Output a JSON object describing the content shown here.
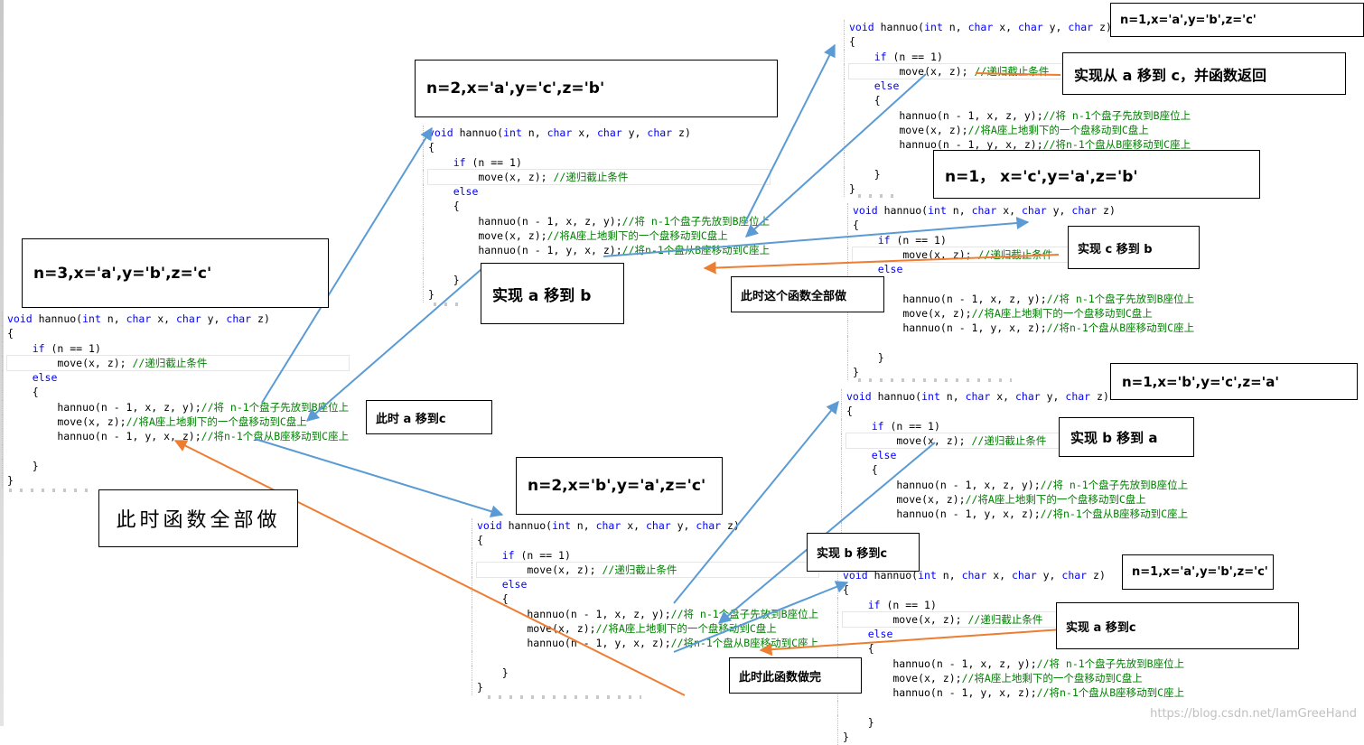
{
  "code_lines": [
    [
      {
        "t": "void",
        "c": "kw"
      },
      {
        "t": " hannuo("
      },
      {
        "t": "int",
        "c": "kw"
      },
      {
        "t": " n, "
      },
      {
        "t": "char",
        "c": "kw"
      },
      {
        "t": " x, "
      },
      {
        "t": "char",
        "c": "kw"
      },
      {
        "t": " y, "
      },
      {
        "t": "char",
        "c": "kw"
      },
      {
        "t": " z)"
      }
    ],
    [
      {
        "t": "{"
      }
    ],
    [
      {
        "t": "    "
      },
      {
        "t": "if",
        "c": "kw"
      },
      {
        "t": " (n == 1)"
      }
    ],
    [
      {
        "t": "        move(x, z); "
      },
      {
        "t": "//递归截止条件",
        "c": "cm"
      }
    ],
    [
      {
        "t": "    "
      },
      {
        "t": "else",
        "c": "kw"
      }
    ],
    [
      {
        "t": "    {"
      }
    ],
    [
      {
        "t": "        hannuo(n - 1, x, z, y);"
      },
      {
        "t": "//将 n-1个盘子先放到B座位上",
        "c": "cm"
      }
    ],
    [
      {
        "t": "        move(x, z);"
      },
      {
        "t": "//将A座上地剩下的一个盘移动到C盘上",
        "c": "cm"
      }
    ],
    [
      {
        "t": "        hannuo(n - 1, y, x, z);"
      },
      {
        "t": "//将n-1个盘从B座移动到C座上",
        "c": "cm"
      }
    ],
    [
      {
        "t": ""
      }
    ],
    [
      {
        "t": "    }"
      }
    ],
    [
      {
        "t": "}"
      }
    ]
  ],
  "notes": {
    "n3": "n=3,x='a',y='b',z='c'",
    "n2_acb": "n=2,x='a',y='c',z='b'",
    "n2_bac": "n=2,x='b',y='a',z='c'",
    "n1_abc_top": "n=1,x='a',y='b',z='c'",
    "n1_cab": "n=1， x='c',y='a',z='b'",
    "n1_bca": "n=1,x='b',y='c',z='a'",
    "n1_abc_bottom": "n=1,x='a',y='b',z='c'",
    "a_to_c_return": "实现从 a 移到 c，并函数返回",
    "a_to_b": "实现 a 移到 b",
    "c_to_b": "实现 c 移到 b",
    "all_do_here": "此时这个函数全部做",
    "now_a_to_c": "此时 a 移到c",
    "func_all_do": "此时函数全部做",
    "b_to_a": "实现 b 移到 a",
    "b_to_c": "实现 b 移到c",
    "a_to_c": "实现 a 移到c",
    "func_done": "此时此函数做完"
  },
  "watermark": "https://blog.csdn.net/IamGreeHand",
  "colors": {
    "arrow_blue": "#5b9bd5",
    "arrow_orange": "#ed7d31",
    "keyword": "#0000ff",
    "comment": "#008000"
  }
}
